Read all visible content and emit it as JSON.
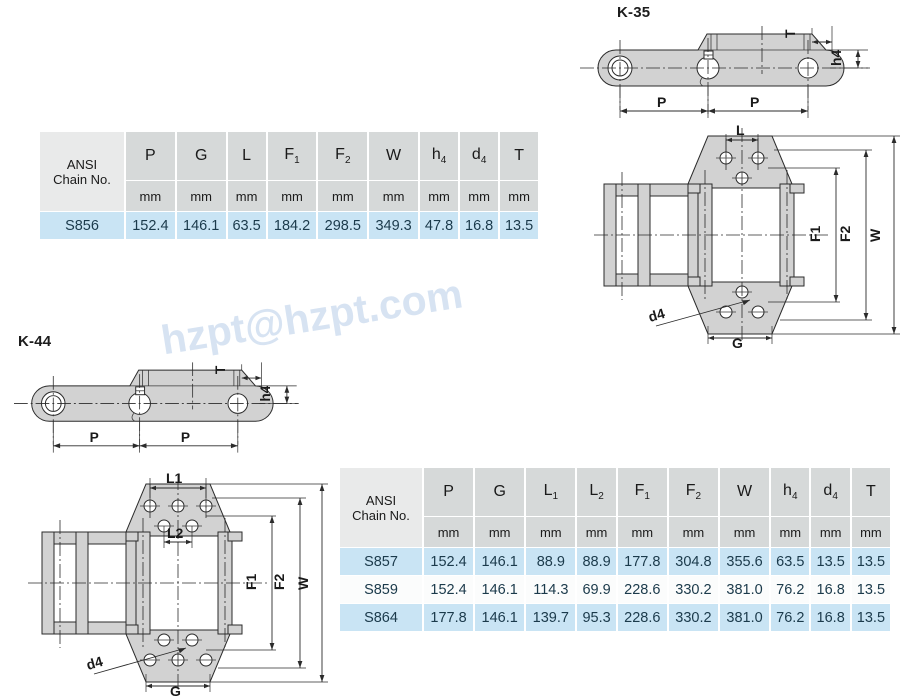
{
  "watermark": {
    "text": "hzpt@hzpt.com"
  },
  "drawings": {
    "k35": {
      "title": "K-35",
      "dimension_labels": {
        "pitch_1": "P",
        "pitch_2": "P",
        "thickness": "T",
        "height_h4": "h4",
        "l": "L",
        "f1": "F1",
        "f2": "F2",
        "w": "W",
        "g": "G",
        "d4": "d4"
      }
    },
    "k44": {
      "title": "K-44",
      "dimension_labels": {
        "pitch_1": "P",
        "pitch_2": "P",
        "thickness": "T",
        "height_h4": "h4",
        "l1": "L1",
        "l2": "L2",
        "f1": "F1",
        "f2": "F2",
        "w": "W",
        "g": "G",
        "d4": "d4"
      }
    }
  },
  "table_top": {
    "first_column_header": "ANSI\nChain No.",
    "first_column_header_line1": "ANSI",
    "first_column_header_line2": "Chain No.",
    "columns": [
      {
        "symbol": "P",
        "sub": "",
        "unit": "mm"
      },
      {
        "symbol": "G",
        "sub": "",
        "unit": "mm"
      },
      {
        "symbol": "L",
        "sub": "",
        "unit": "mm"
      },
      {
        "symbol": "F",
        "sub": "1",
        "unit": "mm"
      },
      {
        "symbol": "F",
        "sub": "2",
        "unit": "mm"
      },
      {
        "symbol": "W",
        "sub": "",
        "unit": "mm"
      },
      {
        "symbol": "h",
        "sub": "4",
        "unit": "mm"
      },
      {
        "symbol": "d",
        "sub": "4",
        "unit": "mm"
      },
      {
        "symbol": "T",
        "sub": "",
        "unit": "mm"
      }
    ],
    "rows": [
      {
        "name": "S856",
        "values": [
          "152.4",
          "146.1",
          "63.5",
          "184.2",
          "298.5",
          "349.3",
          "47.8",
          "16.8",
          "13.5"
        ]
      }
    ]
  },
  "table_bottom": {
    "first_column_header_line1": "ANSI",
    "first_column_header_line2": "Chain No.",
    "columns": [
      {
        "symbol": "P",
        "sub": "",
        "unit": "mm"
      },
      {
        "symbol": "G",
        "sub": "",
        "unit": "mm"
      },
      {
        "symbol": "L",
        "sub": "1",
        "unit": "mm"
      },
      {
        "symbol": "L",
        "sub": "2",
        "unit": "mm"
      },
      {
        "symbol": "F",
        "sub": "1",
        "unit": "mm"
      },
      {
        "symbol": "F",
        "sub": "2",
        "unit": "mm"
      },
      {
        "symbol": "W",
        "sub": "",
        "unit": "mm"
      },
      {
        "symbol": "h",
        "sub": "4",
        "unit": "mm"
      },
      {
        "symbol": "d",
        "sub": "4",
        "unit": "mm"
      },
      {
        "symbol": "T",
        "sub": "",
        "unit": "mm"
      }
    ],
    "rows": [
      {
        "name": "S857",
        "values": [
          "152.4",
          "146.1",
          "88.9",
          "88.9",
          "177.8",
          "304.8",
          "355.6",
          "63.5",
          "13.5",
          "13.5"
        ]
      },
      {
        "name": "S859",
        "values": [
          "152.4",
          "146.1",
          "114.3",
          "69.9",
          "228.6",
          "330.2",
          "381.0",
          "76.2",
          "16.8",
          "13.5"
        ]
      },
      {
        "name": "S864",
        "values": [
          "177.8",
          "146.1",
          "139.7",
          "95.3",
          "228.6",
          "330.2",
          "381.0",
          "76.2",
          "16.8",
          "13.5"
        ]
      }
    ]
  },
  "colors": {
    "header_symbol_bg": "#d6d9d9",
    "header_name_bg": "#e9eaea",
    "row_blue": "#c9e4f4",
    "row_white": "#fbfcfc",
    "part_fill": "#d2d2d2",
    "line": "#2b2b2b",
    "watermark": "#d7e3f2"
  }
}
